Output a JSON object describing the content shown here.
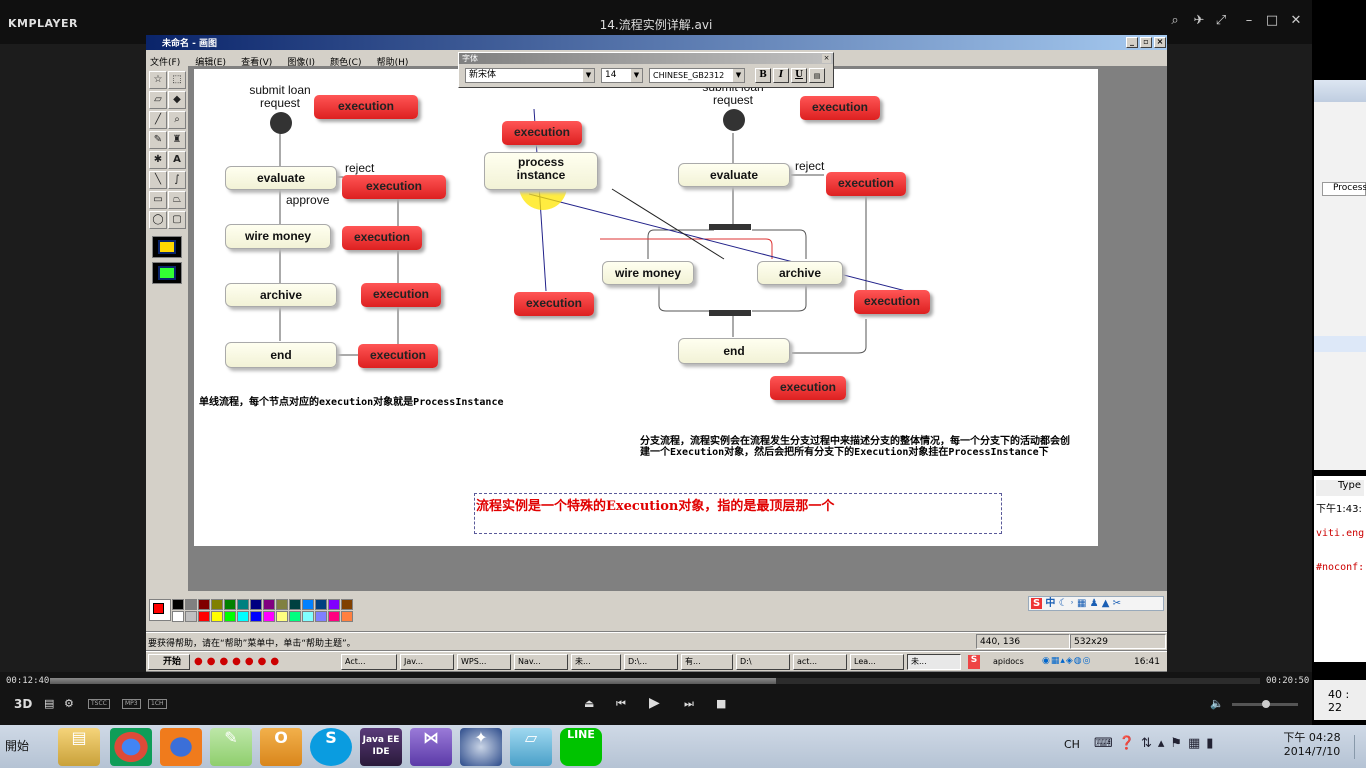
{
  "player": {
    "brand": "KMPLAYER",
    "title": "14.流程实例详解.avi",
    "time_elapsed": "00:12:40",
    "time_total": "00:20:50",
    "progress": 0.6,
    "badges": [
      "TSCC",
      "MP3",
      "1CH"
    ],
    "icons": {
      "search": "search-icon",
      "pin": "pin-icon",
      "resize": "resize-icon",
      "minimize": "minimize-icon",
      "maximize": "maximize-icon",
      "close": "close-icon"
    }
  },
  "paint": {
    "title": "未命名 - 画图",
    "menu": [
      "文件(F)",
      "编辑(E)",
      "查看(V)",
      "图像(I)",
      "颜色(C)",
      "帮助(H)"
    ],
    "font_toolbar": {
      "title": "字体",
      "font": "新宋体",
      "size": "14",
      "charset": "CHINESE_GB2312",
      "bold": "B",
      "italic": "I",
      "underline": "U"
    },
    "status_help": "要获得帮助，请在“帮助”菜单中，单击“帮助主题”。",
    "status_pos": "440, 136",
    "status_size": "532x29",
    "ime_label": "中"
  },
  "diagram": {
    "left": {
      "start_label": "submit loan request",
      "evaluate": "evaluate",
      "reject": "reject",
      "approve": "approve",
      "wire": "wire money",
      "archive": "archive",
      "end": "end",
      "exec": "execution"
    },
    "middle": {
      "process": "process instance",
      "exec": "execution"
    },
    "right": {
      "start_label": "submit loan request",
      "evaluate": "evaluate",
      "reject": "reject",
      "wire": "wire money",
      "archive": "archive",
      "end": "end",
      "exec": "execution"
    },
    "note1": "单线流程，每个节点对应的execution对象就是ProcessInstance",
    "note2": "分支流程，流程实例会在流程发生分支过程中来描述分支的整体情况，每一个分支下的活动都会创建一个Execution对象，然后会把所有分支下的Execution对象挂在ProcessInstance下",
    "note3": "流程实例是一个特殊的Execution对象，指的是最顶层那一个"
  },
  "xp_taskbar": {
    "start": "开始",
    "items": [
      "Act...",
      "Jav...",
      "WPS...",
      "Nav...",
      "未...",
      "D:\\...",
      "有...",
      "D:\\",
      "act...",
      "Lea...",
      "未..."
    ],
    "lang_s": "S",
    "tray_text": "apidocs",
    "clock": "16:41"
  },
  "right_strip": {
    "tab": "Processl",
    "type": "Type",
    "time": "下午1:43:",
    "t1": "viti.eng",
    "t2": "#noconf:",
    "t3": "40 : 22"
  },
  "win7": {
    "start": "開始",
    "lang": "CH",
    "time": "下午 04:28",
    "date": "2014/7/10",
    "apps": [
      "explorer",
      "chrome",
      "firefox",
      "notes",
      "outlook",
      "skype",
      "javaee-ide",
      "visual-studio",
      "navigator",
      "tool",
      "LINE"
    ]
  }
}
